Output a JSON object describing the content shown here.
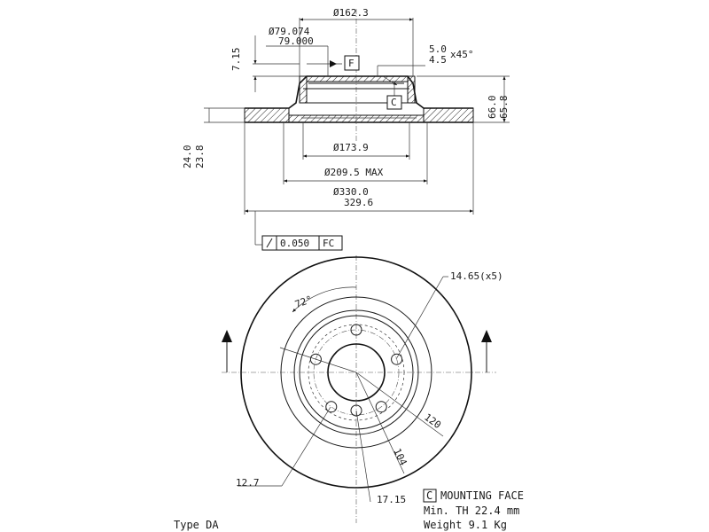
{
  "dimensions": {
    "hat_diameter": "Ø162.3",
    "bore_upper": "Ø79.074",
    "bore_lower": "79.000",
    "hat_offset": "7.15",
    "chamfer_upper": "5.0",
    "chamfer_lower": "4.5",
    "chamfer_angle": "x45°",
    "height_upper": "66.0",
    "height_lower": "65.8",
    "thickness_upper": "24.0",
    "thickness_lower": "23.8",
    "inner_diameter": "Ø173.9",
    "max_diameter": "Ø209.5 MAX",
    "outer_upper": "Ø330.0",
    "outer_lower": "329.6",
    "runout_value": "0.050",
    "runout_datum": "FC",
    "bolt_hole": "14.65(x5)",
    "bolt_angle": "72°",
    "dim_120": "120",
    "dim_104": "104",
    "dim_12_7": "12.7",
    "dim_17_15": "17.15"
  },
  "datums": {
    "f": "F",
    "c": "C"
  },
  "notes": {
    "mounting_face": "MOUNTING FACE",
    "min_thickness": "Min. TH 22.4 mm",
    "weight": "Weight 9.1 Kg",
    "type": "Type DA"
  }
}
